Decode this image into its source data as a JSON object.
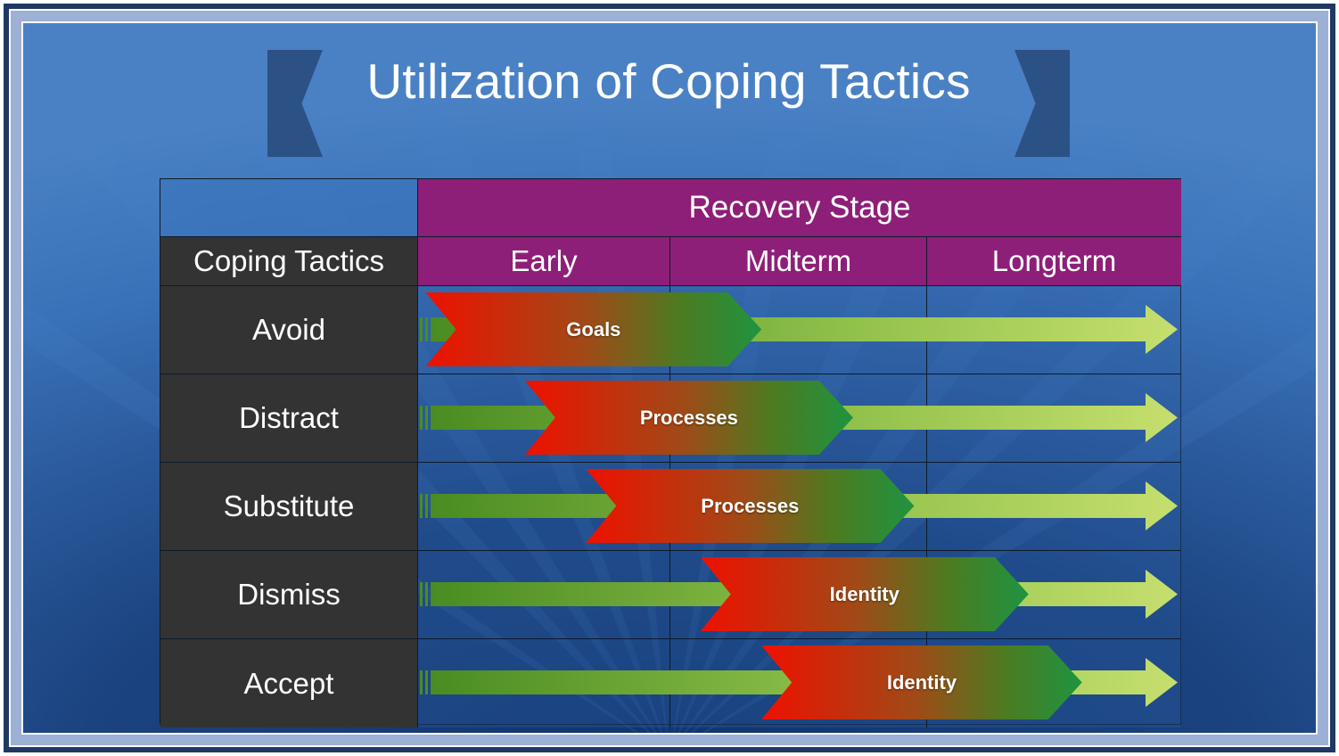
{
  "slide": {
    "title": "Utilization of Coping Tactics",
    "colors": {
      "background_blue": "#3a72b9",
      "background_dark_blue": "#11346e",
      "frame_navy": "#1f3864",
      "frame_light_blue": "#9db0d6",
      "ribbon_fill": "#2c5185",
      "header_magenta": "#8e1f78",
      "row_label_dark": "#333333",
      "arrow_red": "#ee1100",
      "arrow_green": "#1e9440",
      "arrow_light_green": "#c6df6e",
      "arrow_mid_green": "#4a8c22",
      "grid_line": "#0d1b2a"
    }
  },
  "table": {
    "corner_blank_label": "",
    "group_header": "Recovery Stage",
    "row_header_label": "Coping Tactics",
    "stage_columns": [
      "Early",
      "Midterm",
      "Longterm"
    ],
    "rows": [
      {
        "tactic": "Avoid",
        "focus": "Goals",
        "chevron_start_pct": 1,
        "chevron_end_pct": 45
      },
      {
        "tactic": "Distract",
        "focus": "Processes",
        "chevron_start_pct": 14,
        "chevron_end_pct": 57
      },
      {
        "tactic": "Substitute",
        "focus": "Processes",
        "chevron_start_pct": 22,
        "chevron_end_pct": 65
      },
      {
        "tactic": "Dismiss",
        "focus": "Identity",
        "chevron_start_pct": 37,
        "chevron_end_pct": 80
      },
      {
        "tactic": "Accept",
        "focus": "Identity",
        "chevron_start_pct": 45,
        "chevron_end_pct": 87
      }
    ]
  },
  "chart_data": {
    "type": "table",
    "title": "Utilization of Coping Tactics",
    "xlabel": "Recovery Stage",
    "ylabel": "Coping Tactics",
    "categories": [
      "Early",
      "Midterm",
      "Longterm"
    ],
    "rows": [
      "Avoid",
      "Distract",
      "Substitute",
      "Dismiss",
      "Accept"
    ],
    "annotations": [
      "Goals",
      "Processes",
      "Processes",
      "Identity",
      "Identity"
    ],
    "series": [
      {
        "name": "Avoid",
        "focus": "Goals",
        "emphasis_span_pct": [
          1,
          45
        ]
      },
      {
        "name": "Distract",
        "focus": "Processes",
        "emphasis_span_pct": [
          14,
          57
        ]
      },
      {
        "name": "Substitute",
        "focus": "Processes",
        "emphasis_span_pct": [
          22,
          65
        ]
      },
      {
        "name": "Dismiss",
        "focus": "Identity",
        "emphasis_span_pct": [
          37,
          80
        ]
      },
      {
        "name": "Accept",
        "focus": "Identity",
        "emphasis_span_pct": [
          45,
          87
        ]
      }
    ],
    "grid": true,
    "legend": "none"
  }
}
